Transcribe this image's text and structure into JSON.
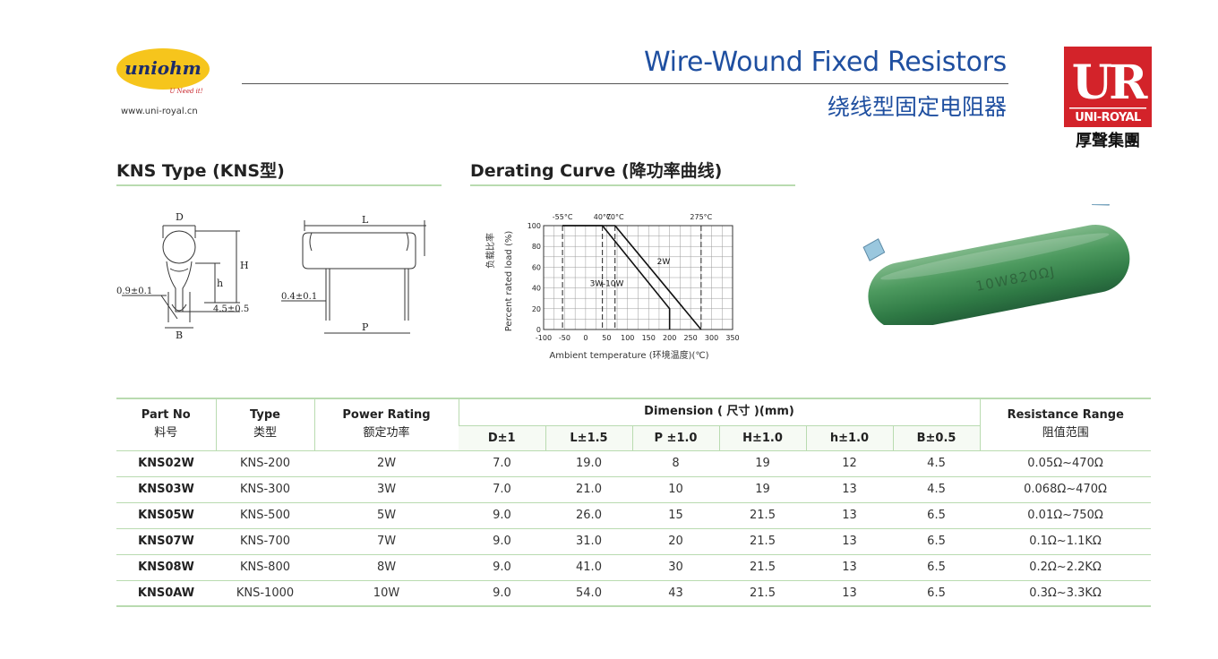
{
  "header": {
    "brand": "uniohm",
    "tagline": "U Need it!",
    "website": "www.uni-royal.cn",
    "title_en": "Wire-Wound Fixed Resistors",
    "title_cn": "绕线型固定电阻器",
    "ur_logo": {
      "letters": "UR",
      "name": "UNI-ROYAL",
      "name_cn": "厚聲集團"
    }
  },
  "sections": {
    "kns_type": "KNS Type (KNS型)",
    "derating_curve": "Derating Curve (降功率曲线)"
  },
  "dimension_drawing": {
    "labels": {
      "d": "D",
      "h_cap": "H",
      "h": "h",
      "b": "B",
      "l": "L",
      "p": "P",
      "lead_09": "0.9±0.1",
      "lead_45": "4.5±0.5",
      "lead_04": "0.4±0.1"
    }
  },
  "resistor_photo": {
    "marking": "10W820ΩJ"
  },
  "chart_data": {
    "type": "line",
    "xlabel": "Ambient temperature (环境温度)(℃)",
    "ylabel_cn": "负载比率",
    "ylabel_en": "Percent rated load (%)",
    "xlim": [
      -100,
      350
    ],
    "ylim": [
      0,
      100
    ],
    "x_ticks": [
      -100,
      -50,
      0,
      50,
      100,
      150,
      200,
      250,
      300,
      350
    ],
    "y_ticks": [
      0,
      20,
      40,
      60,
      80,
      100
    ],
    "grid": true,
    "top_annotations": [
      {
        "text": "-55°C",
        "x": -55
      },
      {
        "text": "40°C",
        "x": 40
      },
      {
        "text": "70°C",
        "x": 70
      },
      {
        "text": "275°C",
        "x": 275
      }
    ],
    "dashed_verticals": [
      -55,
      40,
      70,
      275
    ],
    "series": [
      {
        "name": "2W",
        "x": [
          -55,
          70,
          275
        ],
        "y": [
          100,
          100,
          0
        ]
      },
      {
        "name": "3W-10W",
        "x": [
          -55,
          40,
          200,
          200
        ],
        "y": [
          100,
          100,
          20,
          0
        ]
      }
    ]
  },
  "table": {
    "headers": {
      "part_no": [
        "Part No",
        "料号"
      ],
      "type": [
        "Type",
        "类型"
      ],
      "power": [
        "Power Rating",
        "额定功率"
      ],
      "dimension": "Dimension ( 尺寸 )(mm)",
      "resistance": [
        "Resistance Range",
        "阻值范围"
      ],
      "dims": [
        "D±1",
        "L±1.5",
        "P ±1.0",
        "H±1.0",
        "h±1.0",
        "B±0.5"
      ]
    },
    "rows": [
      [
        "KNS02W",
        "KNS-200",
        "2W",
        "7.0",
        "19.0",
        "8",
        "19",
        "12",
        "4.5",
        "0.05Ω~470Ω"
      ],
      [
        "KNS03W",
        "KNS-300",
        "3W",
        "7.0",
        "21.0",
        "10",
        "19",
        "13",
        "4.5",
        "0.068Ω~470Ω"
      ],
      [
        "KNS05W",
        "KNS-500",
        "5W",
        "9.0",
        "26.0",
        "15",
        "21.5",
        "13",
        "6.5",
        "0.01Ω~750Ω"
      ],
      [
        "KNS07W",
        "KNS-700",
        "7W",
        "9.0",
        "31.0",
        "20",
        "21.5",
        "13",
        "6.5",
        "0.1Ω~1.1KΩ"
      ],
      [
        "KNS08W",
        "KNS-800",
        "8W",
        "9.0",
        "41.0",
        "30",
        "21.5",
        "13",
        "6.5",
        "0.2Ω~2.2KΩ"
      ],
      [
        "KNS0AW",
        "KNS-1000",
        "10W",
        "9.0",
        "54.0",
        "43",
        "21.5",
        "13",
        "6.5",
        "0.3Ω~3.3KΩ"
      ]
    ]
  }
}
